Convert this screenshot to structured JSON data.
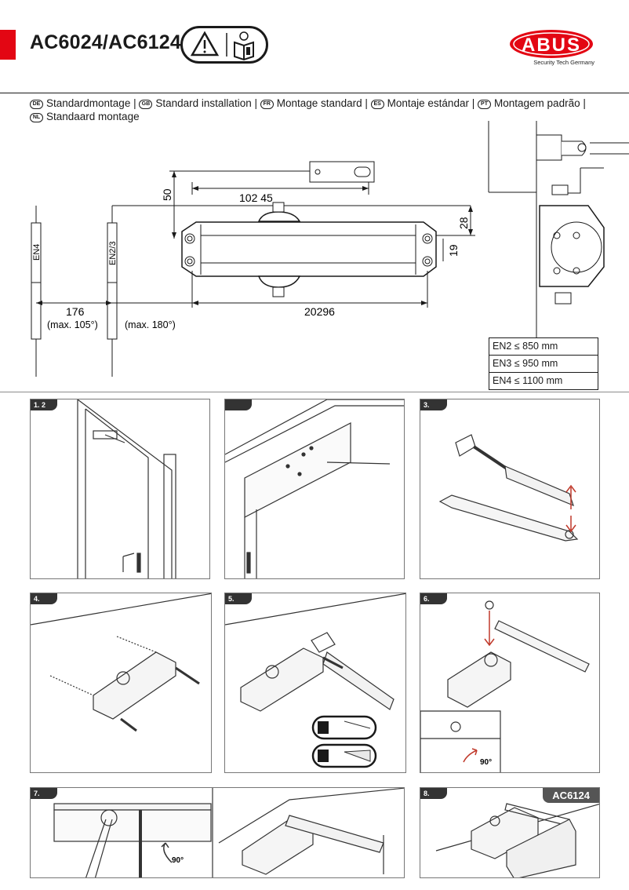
{
  "header": {
    "title": "AC6024/AC6124",
    "logo_text": "ABUS",
    "logo_tagline": "Security Tech Germany"
  },
  "languages": [
    {
      "code": "DE",
      "label": "Standardmontage"
    },
    {
      "code": "GB",
      "label": "Standard installation"
    },
    {
      "code": "FR",
      "label": "Montage standard"
    },
    {
      "code": "ES",
      "label": "Montaje estándar"
    },
    {
      "code": "PT",
      "label": "Montagem padrão"
    },
    {
      "code": "NL",
      "label": "Standaard montage"
    }
  ],
  "separator": "|",
  "drawing": {
    "dim_50": "50",
    "dim_102": "102 45",
    "dim_28": "28",
    "dim_19": "19",
    "dim_176": "176",
    "dim_20296": "20296",
    "max105": "(max. 105°)",
    "max180": "(max. 180°)",
    "en4": "EN4",
    "en23": "EN2/3"
  },
  "en_table": [
    "EN2 ≤ 850 mm",
    "EN3 ≤ 950 mm",
    "EN4 ≤ 1100 mm"
  ],
  "steps": [
    {
      "label": "1. 2"
    },
    {
      "label": ""
    },
    {
      "label": "3."
    },
    {
      "label": "4."
    },
    {
      "label": "5."
    },
    {
      "label": "6."
    },
    {
      "label": "7."
    },
    {
      "label": "8."
    }
  ],
  "angle_90": "90°",
  "variant_badge": "AC6124"
}
